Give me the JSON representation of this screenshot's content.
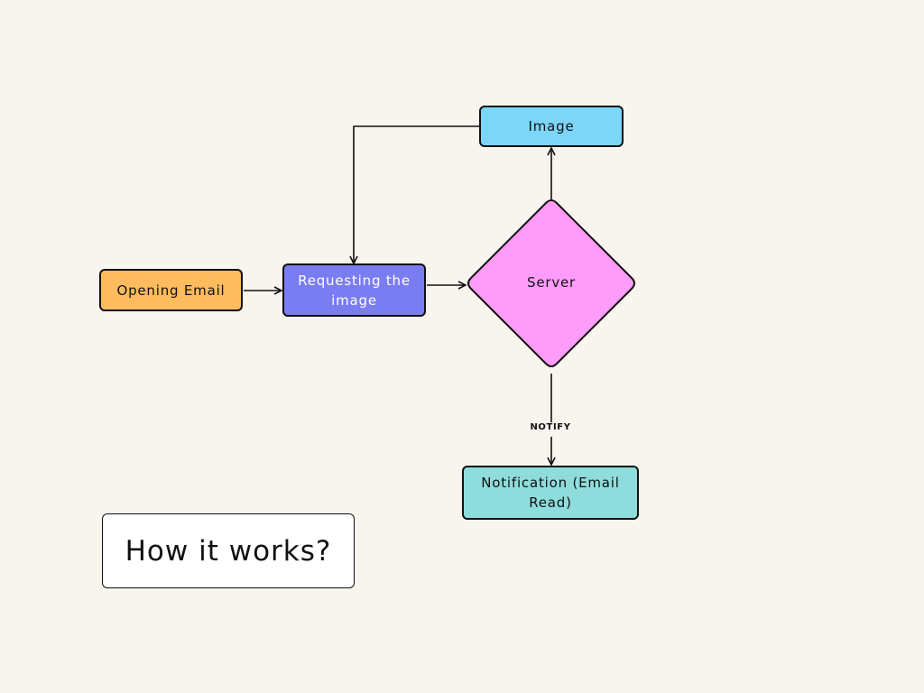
{
  "diagram": {
    "title": "How it works?",
    "nodes": {
      "opening": {
        "label": "Opening Email",
        "color": "#ffbc5e"
      },
      "requesting": {
        "label": "Requesting the image",
        "color": "#7a7cf2"
      },
      "server": {
        "label": "Server",
        "color": "#ff9bf9"
      },
      "image": {
        "label": "Image",
        "color": "#7dd5f8"
      },
      "notification": {
        "label": "Notification (Email Read)",
        "color": "#8fdcdc"
      }
    },
    "edges": [
      {
        "from": "opening",
        "to": "requesting",
        "label": ""
      },
      {
        "from": "requesting",
        "to": "server",
        "label": ""
      },
      {
        "from": "server",
        "to": "image",
        "label": ""
      },
      {
        "from": "image",
        "to": "requesting",
        "label": ""
      },
      {
        "from": "server",
        "to": "notification",
        "label": "NOTIFY"
      }
    ]
  }
}
